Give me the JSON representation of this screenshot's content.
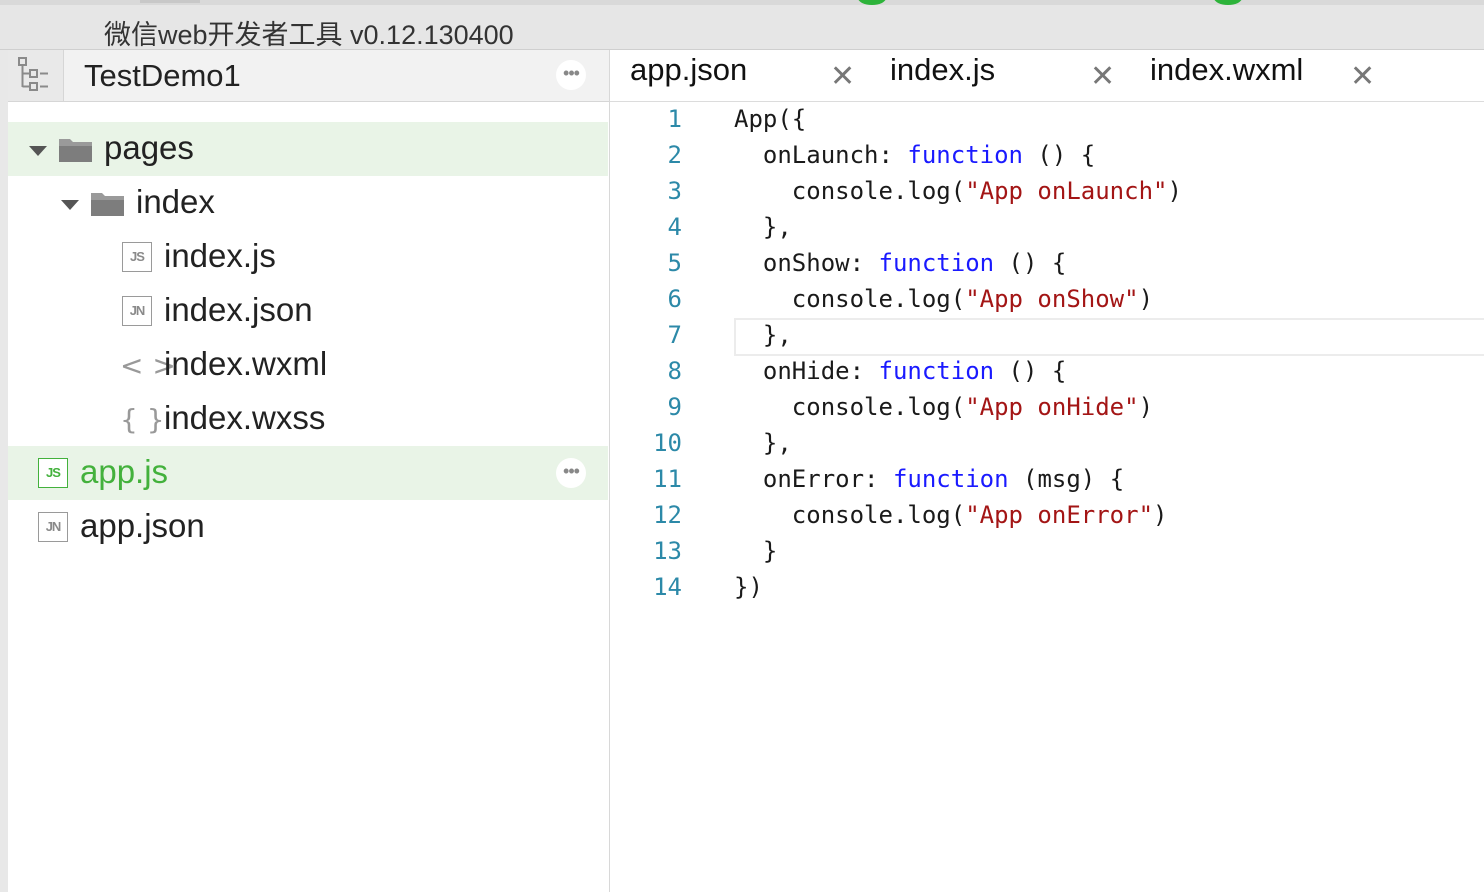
{
  "window": {
    "title": "微信web开发者工具 v0.12.130400"
  },
  "sidebar": {
    "project_name": "TestDemo1",
    "more_icon": "ellipsis-icon",
    "tree": [
      {
        "label": "pages",
        "type": "folder",
        "depth": 0,
        "expanded": true
      },
      {
        "label": "index",
        "type": "folder",
        "depth": 1,
        "expanded": true
      },
      {
        "label": "index.js",
        "type": "js",
        "badge": "JS",
        "depth": 2
      },
      {
        "label": "index.json",
        "type": "json",
        "badge": "JN",
        "depth": 2
      },
      {
        "label": "index.wxml",
        "type": "wxml",
        "badge": "< >",
        "depth": 2
      },
      {
        "label": "index.wxss",
        "type": "wxss",
        "badge": "{ }",
        "depth": 2
      },
      {
        "label": "app.js",
        "type": "js",
        "badge": "JS",
        "depth": 0,
        "active": true
      },
      {
        "label": "app.json",
        "type": "json",
        "badge": "JN",
        "depth": 0
      }
    ]
  },
  "tabs": [
    {
      "label": "app.json",
      "close_icon": "close-icon"
    },
    {
      "label": "index.js",
      "close_icon": "close-icon"
    },
    {
      "label": "index.wxml",
      "close_icon": "close-icon"
    }
  ],
  "editor": {
    "current_line": 7,
    "lines": [
      {
        "n": "1",
        "text": "App({"
      },
      {
        "n": "2",
        "text": "  onLaunch: function () {"
      },
      {
        "n": "3",
        "text": "    console.log(\"App onLaunch\")"
      },
      {
        "n": "4",
        "text": "  },"
      },
      {
        "n": "5",
        "text": "  onShow: function () {"
      },
      {
        "n": "6",
        "text": "    console.log(\"App onShow\")"
      },
      {
        "n": "7",
        "text": "  },"
      },
      {
        "n": "8",
        "text": "  onHide: function () {"
      },
      {
        "n": "9",
        "text": "    console.log(\"App onHide\")"
      },
      {
        "n": "10",
        "text": "  },"
      },
      {
        "n": "11",
        "text": "  onError: function (msg) {"
      },
      {
        "n": "12",
        "text": "    console.log(\"App onError\")"
      },
      {
        "n": "13",
        "text": "  }"
      },
      {
        "n": "14",
        "text": "})"
      }
    ]
  },
  "colors": {
    "accent_green": "#43b13c",
    "selected_row": "#e9f4e7",
    "keyword": "#1a1aff",
    "string": "#a31515",
    "line_number": "#2c89a8"
  }
}
